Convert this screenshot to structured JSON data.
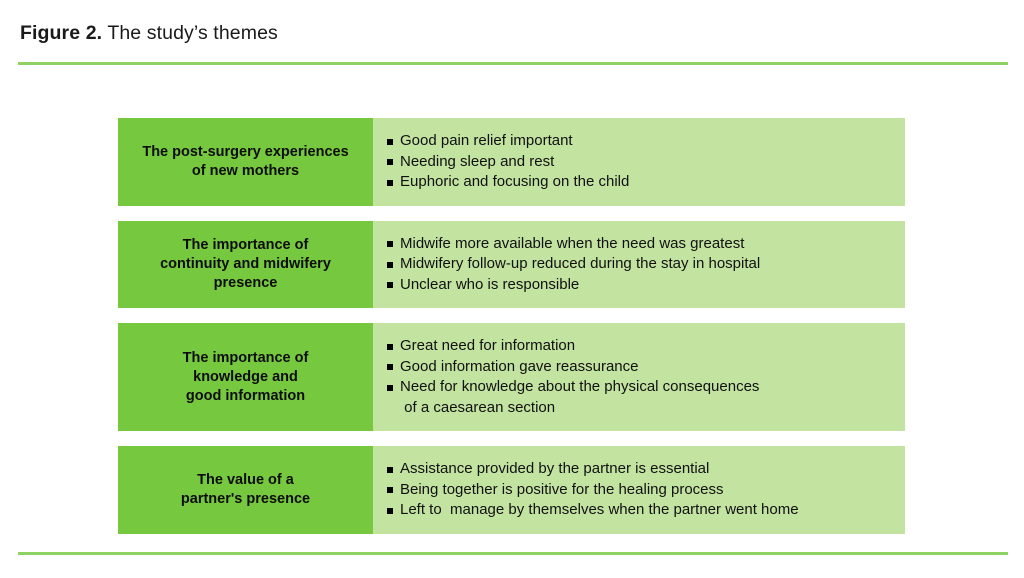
{
  "figure": {
    "label": "Figure 2.",
    "caption": " The study’s themes"
  },
  "colors": {
    "rule": "#8dd263",
    "label_box": "#76c93e",
    "points_panel": "#c3e3a1",
    "text": "#000000",
    "page_background": "#ffffff"
  },
  "themes": [
    {
      "title": "The post-surgery experiences\nof new mothers",
      "points": [
        "Good pain relief important",
        "Needing sleep and rest",
        "Euphoric and focusing on the child"
      ]
    },
    {
      "title": "The importance of\ncontinuity and midwifery\npresence",
      "points": [
        "Midwife more available when the need was greatest",
        "Midwifery follow-up reduced during the stay in hospital",
        "Unclear who is responsible"
      ]
    },
    {
      "title": "The importance of\nknowledge and\ngood information",
      "points": [
        "Great need for information",
        "Good information gave reassurance",
        "Need for knowledge about the physical consequences\n of a caesarean section"
      ]
    },
    {
      "title": "The value of a\npartner's presence",
      "points": [
        "Assistance provided by the partner is essential",
        "Being together is positive for the healing process",
        "Left to  manage by themselves when the partner went home"
      ]
    }
  ]
}
